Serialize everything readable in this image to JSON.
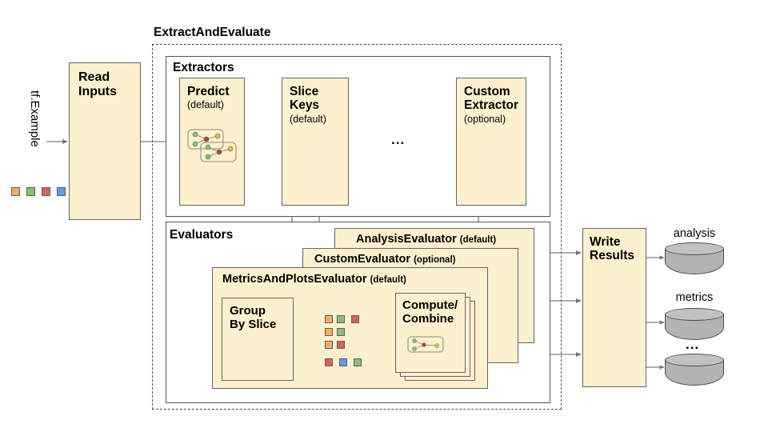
{
  "diagram": {
    "title_visible": false,
    "input_label": "tf.Example",
    "nodes": {
      "read_inputs": "Read\nInputs",
      "extract_and_evaluate": "ExtractAndEvaluate",
      "extractors": "Extractors",
      "evaluators": "Evaluators",
      "predict": {
        "name": "Predict",
        "suffix": "(default)"
      },
      "slice_keys": {
        "name": "Slice\nKeys",
        "suffix": "(default)"
      },
      "ellipsis_extractors": "...",
      "custom_extractor": {
        "name": "Custom\nExtractor",
        "suffix": "(optional)"
      },
      "analysis_evaluator": {
        "name": "AnalysisEvaluator",
        "suffix": "(default)"
      },
      "custom_evaluator": {
        "name": "CustomEvaluator",
        "suffix": "(optional)"
      },
      "metrics_and_plots_evaluator": {
        "name": "MetricsAndPlotsEvaluator",
        "suffix": "(default)"
      },
      "group_by_slice": "Group\nBy Slice",
      "compute_combine": "Compute/\nCombine",
      "write_results": "Write\nResults"
    },
    "outputs": [
      {
        "label": "analysis",
        "name": "analysis-store"
      },
      {
        "label": "metrics",
        "name": "metrics-store"
      },
      {
        "label": "...",
        "name": "more-stores"
      }
    ],
    "input_chips": [
      "orange",
      "green",
      "red",
      "blue"
    ],
    "slice_chip_rows": [
      [
        "orange",
        "green",
        "red"
      ],
      [
        "orange",
        "green"
      ],
      [
        "orange",
        "red"
      ],
      [
        "red",
        "blue",
        "green"
      ]
    ],
    "colors": {
      "box_fill": "#fdf0cf",
      "box_stroke": "#666666",
      "panel_stroke": "#555555",
      "dashed_stroke": "#4d4d4d",
      "arrow": "#777777",
      "cylinder_body": "#b3b3b3",
      "cylinder_top": "#c2c2c2",
      "chip_orange": "#f2af5c",
      "chip_green": "#8cbf73",
      "chip_red": "#d9605c",
      "chip_blue": "#6699e8",
      "text": "#000000"
    }
  }
}
